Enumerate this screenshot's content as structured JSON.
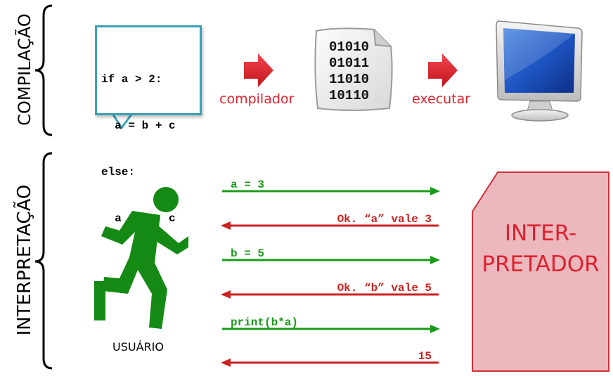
{
  "compilation": {
    "section_label": "COMPILAÇÃO",
    "code_lines": [
      "if a > 2:",
      "  a = b + c",
      "else:",
      "  a = b - c"
    ],
    "compiler_label": "compilador",
    "binary_lines": [
      "01010",
      "01011",
      "11010",
      "10110"
    ],
    "execute_label": "executar",
    "computer_icon": "computer-monitor-icon"
  },
  "interpretation": {
    "section_label": "INTERPRETAÇÃO",
    "user_label": "USUÁRIO",
    "user_icon": "running-person-icon",
    "interpreter_lines": [
      "INTER-",
      "PRETADOR"
    ],
    "messages": [
      {
        "text": "a = 3",
        "direction": "to-interpreter"
      },
      {
        "text": "Ok. “a” vale 3",
        "direction": "to-user"
      },
      {
        "text": "b = 5",
        "direction": "to-interpreter"
      },
      {
        "text": "Ok. “b” vale 5",
        "direction": "to-user"
      },
      {
        "text": "print(b*a)",
        "direction": "to-interpreter"
      },
      {
        "text": "15",
        "direction": "to-user"
      }
    ]
  },
  "colors": {
    "green": "#1a9a1a",
    "red": "#cc2222",
    "accent_red": "#e3222c",
    "code_border": "#3aa0b7",
    "interpreter_fill": "#ecb8bd",
    "interpreter_border": "#d0303a"
  }
}
